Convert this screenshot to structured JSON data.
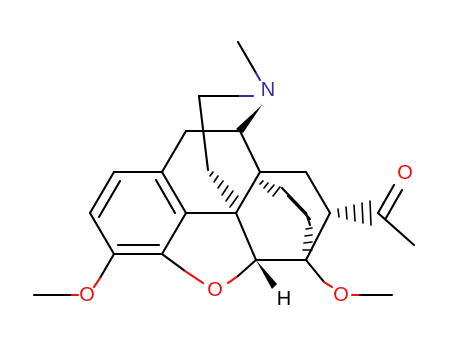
{
  "molecule": {
    "atoms": {
      "nitrogen": {
        "label": "N",
        "color": "#30309a"
      },
      "oxygen_carbonyl": {
        "label": "O",
        "color": "#e8120e"
      },
      "oxygen_methoxy_left": {
        "label": "O",
        "color": "#e8120e"
      },
      "oxygen_bridge": {
        "label": "O",
        "color": "#e8120e"
      },
      "oxygen_methoxy_right": {
        "label": "O",
        "color": "#e8120e"
      },
      "hydrogen": {
        "label": "H",
        "color": "#000000"
      }
    }
  }
}
